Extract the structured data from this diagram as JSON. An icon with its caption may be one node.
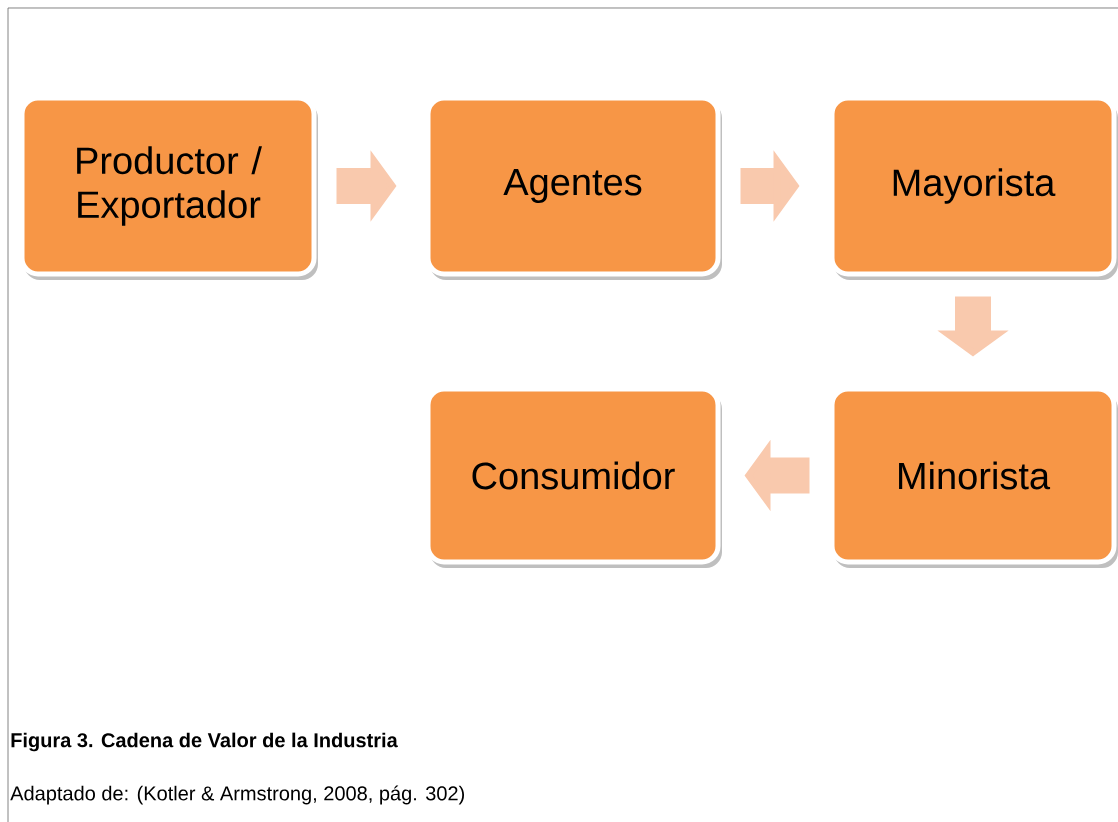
{
  "diagram": {
    "caption": "Figura 3. Cadena de Valor de la Industria",
    "nodes": [
      {
        "text": [
          "Productor / Exportador"
        ]
      },
      {
        "text": [
          "Agentes"
        ]
      },
      {
        "text": [
          "Mayorista"
        ]
      },
      {
        "text": [
          "Consumidor"
        ]
      },
      {
        "text": [
          "Minorista"
        ]
      }
    ],
    "edges": [
      {
        "from": 0,
        "to": 1,
        "arrow": "to"
      },
      {
        "from": 1,
        "to": 2,
        "arrow": "to"
      },
      {
        "from": 2,
        "to": 4,
        "arrow": "to"
      },
      {
        "from": 4,
        "to": 3,
        "arrow": "to"
      }
    ],
    "labels": [
      "Adaptado de: (Kotler & Armstrong, 2008, pág. 302)"
    ]
  }
}
